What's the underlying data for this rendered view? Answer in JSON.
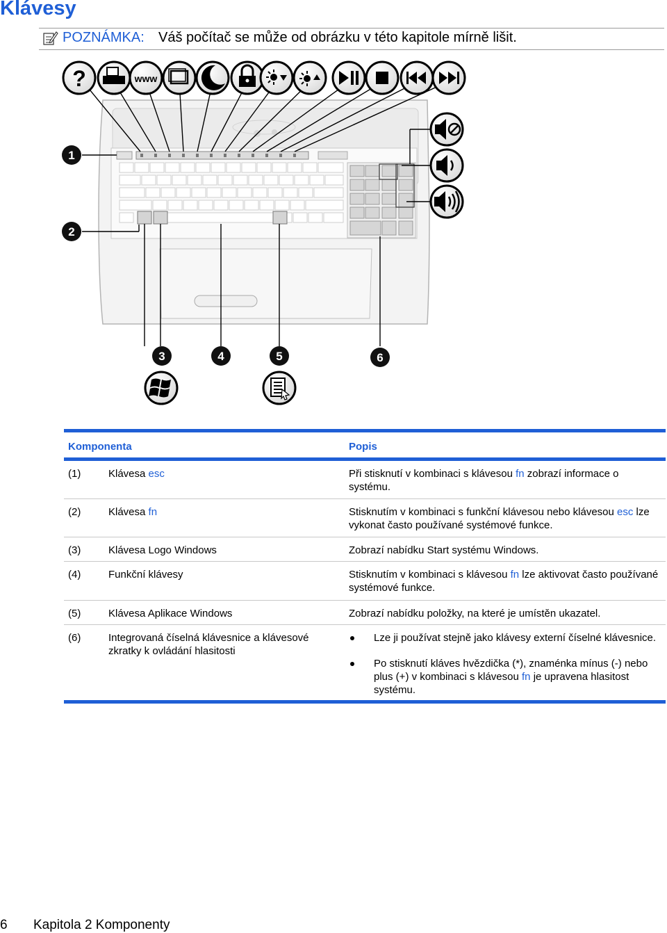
{
  "page": {
    "title": "Klávesy"
  },
  "note": {
    "icon": "note-pencil-icon",
    "label": "POZNÁMKA:",
    "text": "Váš počítač se může od obrázku v této kapitole mírně lišit."
  },
  "figure": {
    "callouts": [
      "1",
      "2",
      "3",
      "4",
      "5",
      "6"
    ],
    "function_key_icons": [
      "help-icon",
      "print-icon",
      "www-icon",
      "display-switch-icon",
      "sleep-moon-icon",
      "lock-icon",
      "brightness-down-icon",
      "brightness-up-icon",
      "play-pause-icon",
      "stop-icon",
      "previous-track-icon",
      "next-track-icon"
    ],
    "volume_icons": [
      "volume-mute-icon",
      "volume-down-icon",
      "volume-up-icon"
    ],
    "bottom_icons": [
      "windows-logo-icon",
      "windows-applications-icon"
    ]
  },
  "table": {
    "header": {
      "component": "Komponenta",
      "description": "Popis"
    },
    "rows": [
      {
        "num": "(1)",
        "comp_prefix": "Klávesa ",
        "comp_key": "esc",
        "desc_a": "Při stisknutí v kombinaci s klávesou ",
        "desc_key": "fn",
        "desc_b": " zobrazí informace o systému."
      },
      {
        "num": "(2)",
        "comp_prefix": "Klávesa ",
        "comp_key": "fn",
        "desc_a": "Stisknutím v kombinaci s funkční klávesou nebo klávesou ",
        "desc_key": "esc",
        "desc_b": " lze vykonat často používané systémové funkce."
      },
      {
        "num": "(3)",
        "comp": "Klávesa Logo Windows",
        "desc": "Zobrazí nabídku Start systému Windows."
      },
      {
        "num": "(4)",
        "comp": "Funkční klávesy",
        "desc_a": "Stisknutím v kombinaci s klávesou ",
        "desc_key": "fn",
        "desc_b": " lze aktivovat často používané systémové funkce."
      },
      {
        "num": "(5)",
        "comp": "Klávesa Aplikace Windows",
        "desc": "Zobrazí nabídku položky, na které je umístěn ukazatel."
      },
      {
        "num": "(6)",
        "comp": "Integrovaná číselná klávesnice a klávesové zkratky k ovládání hlasitosti",
        "bullet1": "Lze ji používat stejně jako klávesy externí číselné klávesnice.",
        "bullet2_a": "Po stisknutí kláves hvězdička (*), znaménka mínus (-) nebo plus (+) v kombinaci s klávesou ",
        "bullet2_key": "fn",
        "bullet2_b": " je upravena hlasitost systému."
      }
    ]
  },
  "footer": {
    "page_number": "6",
    "chapter": "Kapitola 2   Komponenty"
  }
}
